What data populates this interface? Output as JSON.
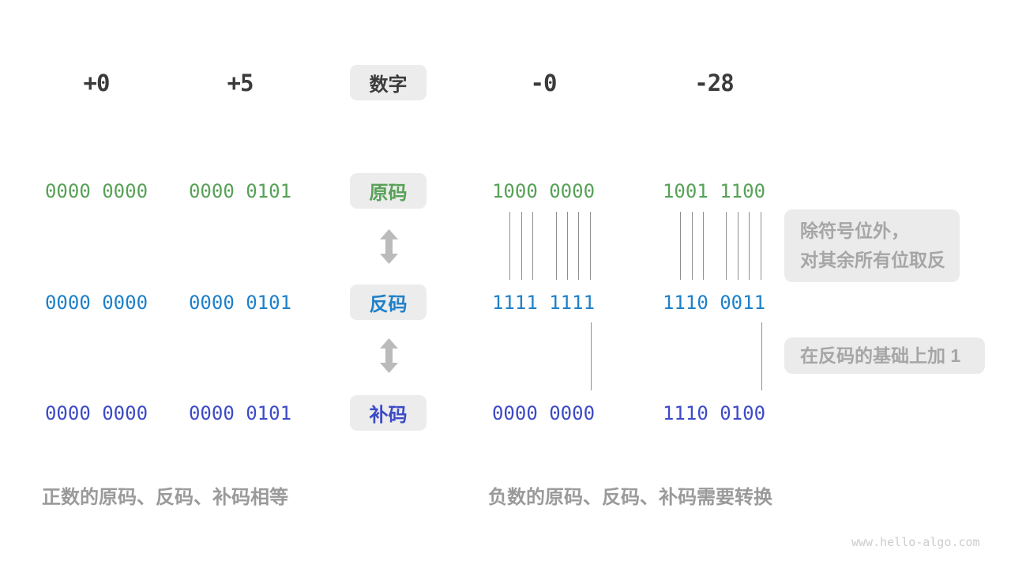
{
  "labels": {
    "number": "数字",
    "sign_magnitude": "原码",
    "ones_complement": "反码",
    "twos_complement": "补码"
  },
  "columns": [
    {
      "header": "+0",
      "sign_magnitude": "0000 0000",
      "ones_complement": "0000 0000",
      "twos_complement": "0000 0000"
    },
    {
      "header": "+5",
      "sign_magnitude": "0000 0101",
      "ones_complement": "0000 0101",
      "twos_complement": "0000 0101"
    },
    {
      "header": "-0",
      "sign_magnitude": "1000 0000",
      "ones_complement": "1111 1111",
      "twos_complement": "0000 0000"
    },
    {
      "header": "-28",
      "sign_magnitude": "1001 1100",
      "ones_complement": "1110 0011",
      "twos_complement": "1110 0100"
    }
  ],
  "annotations": {
    "invert_line1": "除符号位外，",
    "invert_line2": "对其余所有位取反",
    "add_one": "在反码的基础上加 1"
  },
  "captions": {
    "positive": "正数的原码、反码、补码相等",
    "negative": "负数的原码、反码、补码需要转换"
  },
  "watermark": "www.hello-algo.com",
  "colors": {
    "sign_magnitude_green": "#57a157",
    "ones_complement_blue": "#1e80c9",
    "twos_complement_indigo": "#3c4ac8",
    "badge_background": "#ececec",
    "header_text": "#3b3b3b",
    "caption_gray": "#9a9a9a",
    "annotation_gray": "#a6a6a6",
    "connector_line": "#8f8f8f",
    "arrow_gray": "#bbbbbb",
    "watermark_gray": "#cccccc"
  }
}
